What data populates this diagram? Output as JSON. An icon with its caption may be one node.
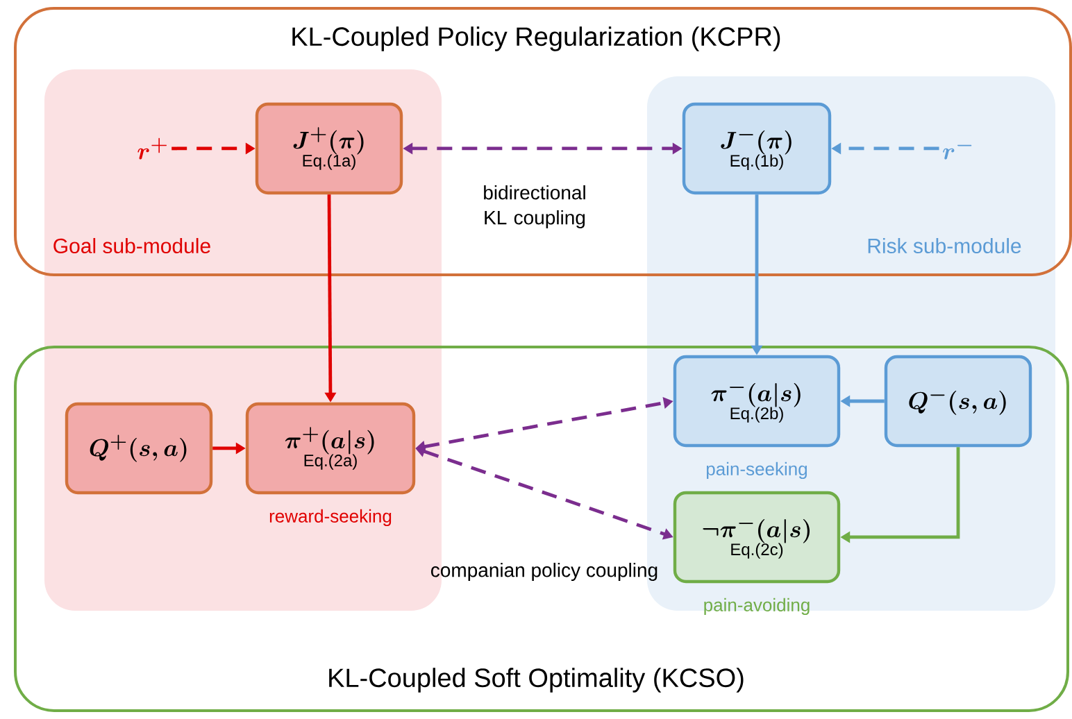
{
  "diagram": {
    "nodes": [
      {
        "text": [
          "J^{+}(\\pi)",
          "Eq.(1a)"
        ]
      },
      {
        "text": [
          "J^{-}(\\pi)",
          "Eq.(1b)"
        ]
      },
      {
        "text": [
          "r^{+}"
        ]
      },
      {
        "text": [
          "r^{-}"
        ]
      },
      {
        "text": [
          "Q^{+}(s,a)"
        ]
      },
      {
        "text": [
          "\\pi^{+}(a|s)",
          "Eq.(2a)"
        ],
        "beside": [
          "reward-seeking"
        ]
      },
      {
        "text": [
          "\\pi^{-}(a|s)",
          "Eq.(2b)"
        ],
        "beside": [
          "pain-seeking"
        ]
      },
      {
        "text": [
          "Q^{-}(s,a)"
        ]
      },
      {
        "text": [
          "\\neg\\pi^{-}(a|s)",
          "Eq.(2c)"
        ],
        "beside": [
          "pain-avoiding"
        ]
      }
    ],
    "edges": [
      {
        "from": 2,
        "to": 0,
        "arrow": "to",
        "style": "dashed",
        "color": "#e00000"
      },
      {
        "from": 0,
        "to": 1,
        "arrow": "both",
        "style": "dashed",
        "color": "#7b2d8e",
        "label": "bidirectional KL coupling"
      },
      {
        "from": 3,
        "to": 1,
        "arrow": "to",
        "style": "dashed",
        "color": "#5b9bd5"
      },
      {
        "from": 0,
        "to": 5,
        "arrow": "to",
        "color": "#e00000"
      },
      {
        "from": 1,
        "to": 6,
        "arrow": "to",
        "color": "#5b9bd5"
      },
      {
        "from": 4,
        "to": 5,
        "arrow": "to",
        "color": "#e00000"
      },
      {
        "from": 7,
        "to": 6,
        "arrow": "to",
        "color": "#5b9bd5"
      },
      {
        "from": 7,
        "to": 8,
        "arrow": "to",
        "color": "#70ad47"
      },
      {
        "from": 5,
        "to": 6,
        "arrow": "both",
        "style": "dashed",
        "color": "#7b2d8e"
      },
      {
        "from": 5,
        "to": 8,
        "arrow": "both",
        "style": "dashed",
        "color": "#7b2d8e"
      }
    ],
    "labels": [
      "KL-Coupled Policy Regularization (KCPR)",
      "Goal sub-module",
      "Risk sub-module",
      "companian policy coupling",
      "KL-Coupled Soft Optimality (KCSO)"
    ]
  }
}
